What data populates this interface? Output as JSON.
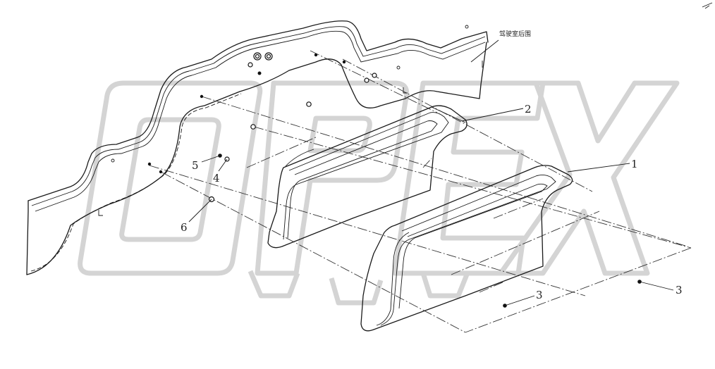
{
  "drawing": {
    "watermark": "OPEX",
    "callouts": {
      "cab_rear_wall": "驾驶室后围",
      "part_1": "1",
      "part_2": "2",
      "part_3_right": "3",
      "part_3_lower": "3",
      "part_4": "4",
      "part_5": "5",
      "part_6": "6"
    },
    "colors": {
      "line": "#1a1a1a",
      "watermark": "#d4d4d4",
      "background": "#ffffff"
    }
  }
}
